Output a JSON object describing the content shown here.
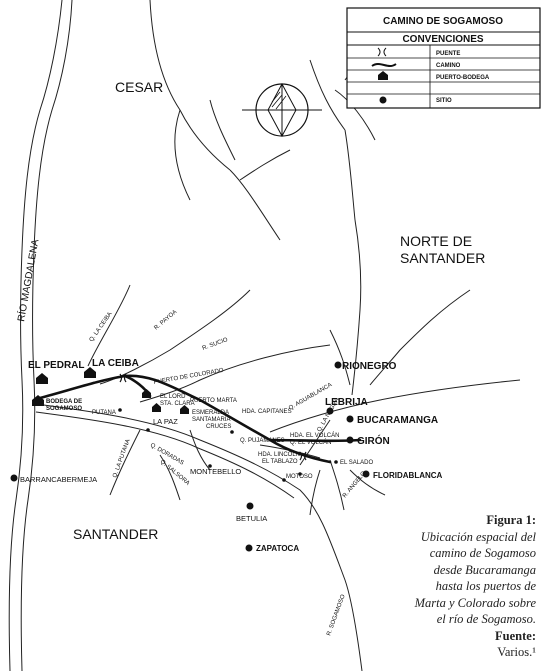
{
  "legend": {
    "title": "CAMINO DE SOGAMOSO",
    "subtitle": "CONVENCIONES",
    "items": [
      {
        "label": "PUENTE",
        "icon": "bridge-icon"
      },
      {
        "label": "CAMINO",
        "icon": "road-icon"
      },
      {
        "label": "PUERTO-BODEGA",
        "icon": "port-warehouse-icon"
      },
      {
        "label": "SITIO",
        "icon": "site-dot-icon"
      }
    ]
  },
  "regions": {
    "cesar": "CESAR",
    "norte_line1": "NORTE DE",
    "norte_line2": "SANTANDER",
    "santander": "SANTANDER"
  },
  "rivers": {
    "magdalena": "RÍO MAGDALENA",
    "sogamoso": "R. SOGAMOSO",
    "payoa": "R. PAYOA",
    "sucio": "R. SUCIO",
    "la_ceiba": "Q. LA CEIBA",
    "aguablanca": "Q. AGUABLANCA",
    "putana": "Q. LA PUTANA",
    "doradas": "Q. DORADAS",
    "salsora": "Q. SALSORA",
    "la_negra": "Q. LA NEGRA",
    "angelo": "R. ANGELO"
  },
  "places": {
    "el_pedral": "EL PEDRAL",
    "la_ceiba": "LA CEIBA",
    "bodega_1": "BODEGA DE",
    "bodega_2": "SOGAMOSO",
    "putana": "PUTANA",
    "puerto_colorado": "PUERTO DE COLORADO",
    "el_lord": "EL LORD",
    "sta_clara": "STA. CLARA",
    "puerto_marta": "PUERTO MARTA",
    "la_paz": "LA PAZ",
    "esmeralda": "ESMERALDA",
    "santamaria": "SANTAMARIA",
    "cruces": "CRUCES",
    "hda_capitanes": "HDA. CAPITANES",
    "rionegro": "RIONEGRO",
    "lebrija": "LEBRIJA",
    "bucaramanga": "BUCARAMANGA",
    "giron": "GIRÓN",
    "el_salado": "EL SALADO",
    "floridablanca": "FLORIDABLANCA",
    "q_pujamanes": "Q. PUJAMANES",
    "hda_el_volcan": "HDA. EL VOLCÁN",
    "q_el_volcan": "Q. EL VOLCÁN",
    "hda_lincoln": "HDA. LINCOLN",
    "el_tablazo": "EL TABLAZO",
    "montebello": "MONTEBELLO",
    "motoso": "MOTOSO",
    "barrancabermeja": "BARRANCABERMEJA",
    "betulia": "BETULIA",
    "zapatoca": "ZAPATOCA"
  },
  "caption": {
    "figure": "Figura 1:",
    "line1": "Ubicación espacial del",
    "line2": "camino de Sogamoso",
    "line3": "desde Bucaramanga",
    "line4": "hasta los puertos de",
    "line5": "Marta y Colorado sobre",
    "line6": "el río de Sogamoso.",
    "source_label": "Fuente:",
    "source": "Varios.¹"
  },
  "icons": {
    "compass": "compass-rose-icon"
  }
}
